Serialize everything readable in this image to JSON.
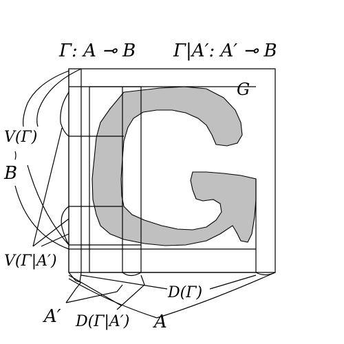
{
  "labels": {
    "top_left": "Γ: A ⊸ B",
    "top_right": "Γ|A′: A′ ⊸ B",
    "g_letter": "G",
    "v_gamma": "V(Γ)",
    "b": "B",
    "v_gamma_a": "V(Γ|A′)",
    "d_gamma": "D(Γ)",
    "a_prime": "A′",
    "d_gamma_a": "D(Γ|A′)",
    "a": "A"
  },
  "colors": {
    "blob": "#c0c0c0",
    "stroke": "#000000"
  }
}
